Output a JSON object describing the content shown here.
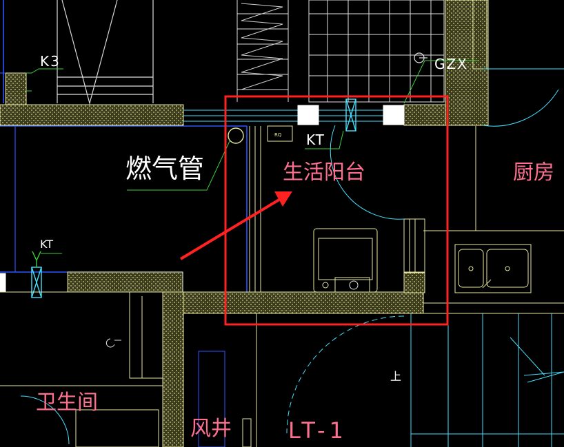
{
  "labels": {
    "gas_pipe": "燃气管",
    "living_balcony": "生活阳台",
    "kitchen": "厨房",
    "bathroom": "卫生间",
    "air_shaft": "风井",
    "stair": "LT-1",
    "up_mark": "上",
    "k3": "K3",
    "kt_balcony": "KT",
    "kt_left": "KT",
    "gzx": "GZX",
    "rq": "RQ"
  },
  "colors": {
    "background": "#000000",
    "wall_hatch": "#c8c850",
    "wall_outline": "#e8e8a0",
    "blue_line": "#2b55ff",
    "cyan_line": "#46e0ff",
    "green_leader": "#3cd23c",
    "white_line": "#e0e0e0",
    "room_text": "#ff6f8f",
    "highlight": "#ff2222"
  },
  "annotation": {
    "box_color": "#ff2222",
    "arrow_color": "#ff2222"
  }
}
